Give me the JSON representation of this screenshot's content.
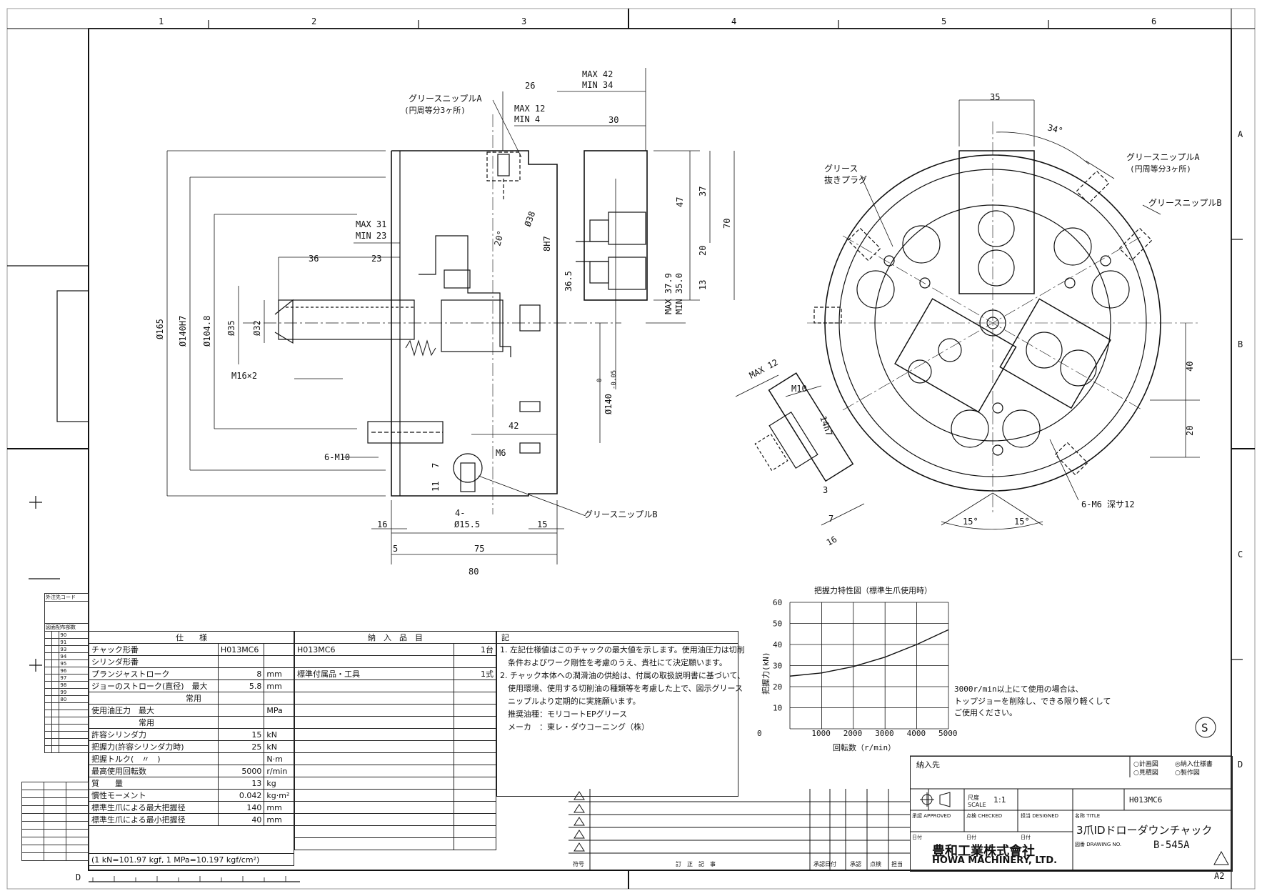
{
  "frame": {
    "col_numbers": [
      "1",
      "2",
      "3",
      "4",
      "5",
      "6"
    ],
    "row_letters": [
      "A",
      "B",
      "C",
      "D"
    ],
    "bottom_left_letter": "D",
    "sheet_size": "A2"
  },
  "side_view": {
    "grease_nipple_a_label": "グリースニップルA",
    "grease_nipple_a_note": "(円周等分3ヶ所)",
    "grease_nipple_b_label": "グリースニップルB",
    "dims": {
      "max42": "MAX 42",
      "min34": "MIN 34",
      "d26": "26",
      "max12": "MAX 12",
      "min4": "MIN 4",
      "d30": "30",
      "max31": "MAX 31",
      "min23": "MIN 23",
      "d36": "36",
      "d23": "23",
      "d20deg": "20°",
      "phi38": "Ø38",
      "h7": "8H7",
      "d36_5": "36.5",
      "d47": "47",
      "d37": "37",
      "d70": "70",
      "d20": "20",
      "d13": "13",
      "max379": "MAX 37.9",
      "min350": "MIN 35.0",
      "phi165": "Ø165",
      "phi140h7": "Ø140H7",
      "phi1048": "Ø104.8",
      "phi35": "Ø35",
      "phi32": "Ø32",
      "m16": "M16×2",
      "m10": "6-M10",
      "m6": "M6",
      "phi140": "Ø140",
      "tol_upper": "0",
      "tol_lower": "-0.05",
      "d42": "42",
      "d11": "11",
      "d7": "7",
      "four_holes": "4-",
      "phi155": "Ø15.5",
      "d16": "16",
      "d15": "15",
      "d5": "5",
      "d75": "75",
      "d80": "80"
    }
  },
  "front_view": {
    "grease_plug_1": "グリース",
    "grease_plug_2": "抜きプラグ",
    "grease_nipple_a_label": "グリースニップルA",
    "grease_nipple_a_note": "(円周等分3ヶ所)",
    "grease_nipple_b_label": "グリースニップルB",
    "dims": {
      "d35": "35",
      "d34deg": "34°",
      "d40": "40",
      "d20": "20",
      "m6_depth": "6-M6 深サ12",
      "d15a": "15°",
      "d15b": "15°"
    }
  },
  "jaw_detail": {
    "max12": "MAX 12",
    "m10": "M10",
    "h14": "14h7",
    "d3": "3",
    "d7": "7",
    "d16": "16"
  },
  "chart_data": {
    "type": "line",
    "title": "把握力特性図（標準生爪使用時）",
    "xlabel": "回転数（r/min）",
    "ylabel": "把握力(kN)",
    "x_ticks": [
      0,
      1000,
      2000,
      3000,
      4000,
      5000
    ],
    "y_ticks": [
      0,
      10,
      20,
      30,
      40,
      50,
      60
    ],
    "xlim": [
      0,
      5000
    ],
    "ylim": [
      0,
      60
    ],
    "grid": true,
    "series": [
      {
        "x": [
          0,
          1000,
          2000,
          3000,
          4000,
          5000
        ],
        "y": [
          25,
          26.5,
          29.5,
          34,
          40,
          47
        ]
      }
    ],
    "annotation_lines": [
      "3000r/min以上にて使用の場合は、",
      "トップジョーを削除し、できる限り軽くして",
      "ご使用ください。"
    ]
  },
  "spec_table": {
    "header": "仕　　様",
    "rows": [
      {
        "label": "チャック形番",
        "value": "H013MC6",
        "unit": ""
      },
      {
        "label": "シリンダ形番",
        "value": "",
        "unit": ""
      },
      {
        "label": "プランジャストローク",
        "value": "8",
        "unit": "mm"
      },
      {
        "label": "ジョーのストローク(直径)　最大",
        "value": "5.8",
        "unit": "mm"
      },
      {
        "label": "　　　　　　　　　　　　常用",
        "value": "",
        "unit": ""
      },
      {
        "label": "使用油圧力　最大",
        "value": "",
        "unit": "MPa"
      },
      {
        "label": "　　　　　　常用",
        "value": "",
        "unit": ""
      },
      {
        "label": "許容シリンダ力",
        "value": "15",
        "unit": "kN"
      },
      {
        "label": "把握力(許容シリンダ力時)",
        "value": "25",
        "unit": "kN"
      },
      {
        "label": "把握トルク(　〃　)",
        "value": "",
        "unit": "N·m"
      },
      {
        "label": "最高使用回転数",
        "value": "5000",
        "unit": "r/min"
      },
      {
        "label": "質　　量",
        "value": "13",
        "unit": "kg"
      },
      {
        "label": "慣性モーメント",
        "value": "0.042",
        "unit": "kg·m²"
      },
      {
        "label": "標準生爪による最大把握径",
        "value": "140",
        "unit": "mm"
      },
      {
        "label": "標準生爪による最小把握径",
        "value": "40",
        "unit": "mm"
      }
    ],
    "footer": "(1 kN=101.97 kgf, 1 MPa=10.197 kgf/cm²)"
  },
  "items_table": {
    "header": "納　入　品　目",
    "rows": [
      {
        "name": "H013MC6",
        "qty": "1台"
      },
      {
        "name": "",
        "qty": ""
      },
      {
        "name": "標準付属品・工具",
        "qty": "1式"
      }
    ]
  },
  "notes": {
    "header": "記",
    "lines": [
      "1. 左記仕様値はこのチャックの最大値を示します。使用油圧力は切削",
      "　条件およびワーク剛性を考慮のうえ、貴社にて決定願います。",
      "2. チャック本体への潤滑油の供給は、付属の取扱説明書に基づいて、",
      "　使用環境、使用する切削油の種類等を考慮した上で、図示グリース",
      "　ニップルより定期的に実施願います。",
      "　推奨油種：モリコートEPグリース",
      "　メーカ　：東レ・ダウコーニング（株）"
    ]
  },
  "left_panel": {
    "outside_code": "外注先コード",
    "distribution": "図面配布部数",
    "numbers": [
      "90",
      "91",
      "93",
      "94",
      "95",
      "96",
      "97",
      "98",
      "99",
      "80"
    ]
  },
  "revision_block": {
    "symbol_col": "符号",
    "content_col": "訂　正　記　事",
    "approver_date": "承認日付",
    "approve": "承認",
    "check": "点検",
    "charge": "担当"
  },
  "title_block": {
    "delivery_to": "納入先",
    "options": [
      "○計画図",
      "◎納入仕様書",
      "○見積図",
      "○製作図"
    ],
    "scale_label": "尺度 SCALE",
    "scale_value": "1:1",
    "approved": "承認 APPROVED",
    "checked": "点検 CHECKED",
    "designed": "担当 DESIGNED",
    "date": "日付",
    "model": "H013MC6",
    "title_label": "名称 TITLE",
    "title_value": "3爪IDドローダウンチャック",
    "company_jp": "豊和工業株式會社",
    "company_en": "HOWA MACHINERY, LTD.",
    "drawing_label": "図番 DRAWING NO.",
    "drawing_no": "B-545A",
    "stamp": "S"
  }
}
